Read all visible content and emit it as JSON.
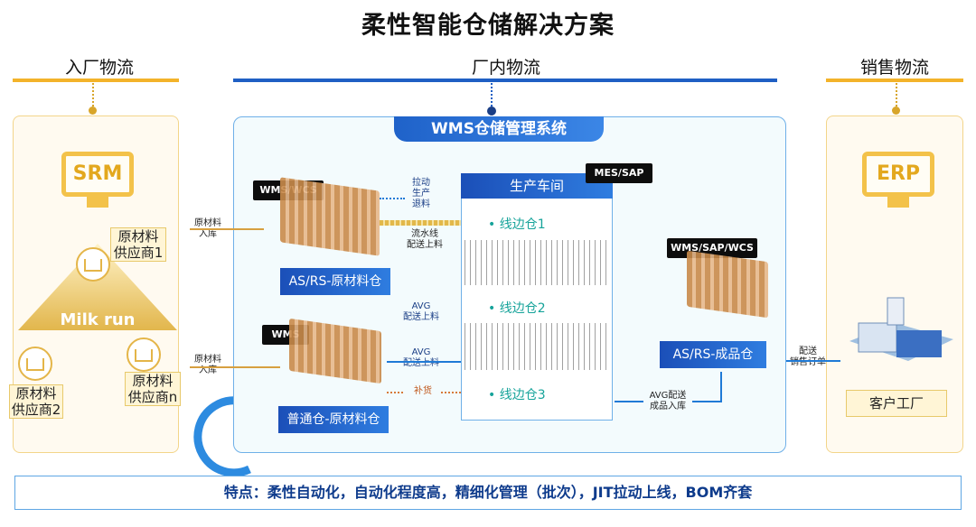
{
  "title": "柔性智能仓储解决方案",
  "sections": {
    "inbound": "入厂物流",
    "internal": "厂内物流",
    "sales": "销售物流"
  },
  "left": {
    "srm": "SRM",
    "milk_run": "Milk run",
    "supplier1": "原材料\n供应商1",
    "supplier2": "原材料\n供应商2",
    "suppliern": "原材料\n供应商n"
  },
  "main": {
    "system_title": "WMS仓储管理系统",
    "tag_wms_wcs": "WMS/WCS",
    "tag_wms": "WMS",
    "tag_mes_sap": "MES/SAP",
    "tag_wms_sap_wcs": "WMS/SAP/WCS",
    "asrs_raw": "AS/RS-原材料仓",
    "normal_raw": "普通仓-原材料仓",
    "asrs_finished": "AS/RS-成品仓",
    "workshop": "生产车间",
    "line1": "线边仓1",
    "line2": "线边仓2",
    "line3": "线边仓3",
    "raw_in_1": "原材料\n入库",
    "raw_in_2": "原材料\n入库",
    "pull_return": "拉动\n生产\n退料",
    "pipeline": "流水线\n配送上料",
    "avg_1": "AVG\n配送上料",
    "avg_2": "AVG\n配送上料",
    "replenish": "补货",
    "avg_finished": "AVG配送\n成品入库"
  },
  "right": {
    "erp": "ERP",
    "deliver_orders": "配送\n销售订单",
    "customer_factory": "客户工厂"
  },
  "footer": {
    "features": "特点：柔性自动化，自动化程度高，精细化管理（批次），JIT拉动上线，BOM齐套"
  }
}
